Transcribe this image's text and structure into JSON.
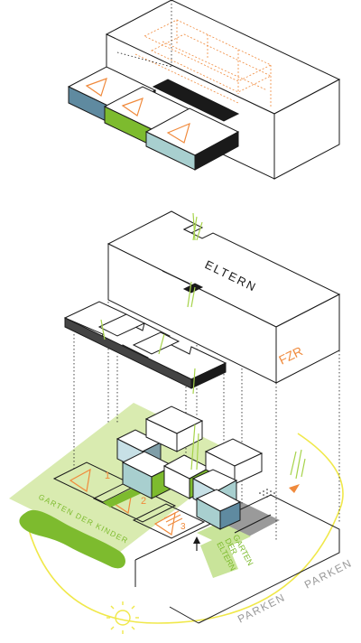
{
  "labels": {
    "eltern": "ELTERN",
    "fzr": "FZR",
    "garten_kinder": "GARTEN DER KINDER",
    "garten_eltern_1": "GARTEN",
    "garten_eltern_2": "DER",
    "garten_eltern_3": "ELTERN",
    "parken_1": "PARKEN",
    "parken_2": "PARKEN",
    "num_1": "1",
    "num_2": "2",
    "num_3": "3"
  },
  "colors": {
    "line": "#1a1a1a",
    "orange": "#f08a3c",
    "green": "#7dbb2e",
    "light_green": "#d9ebb0",
    "blue_grey": "#5f8aa0",
    "teal": "#a8cfcf",
    "sun": "#f0e84a"
  },
  "icons": [
    "sun-icon",
    "triangle-arrow-icon",
    "entrance-arrow-icon",
    "grass-icon"
  ]
}
